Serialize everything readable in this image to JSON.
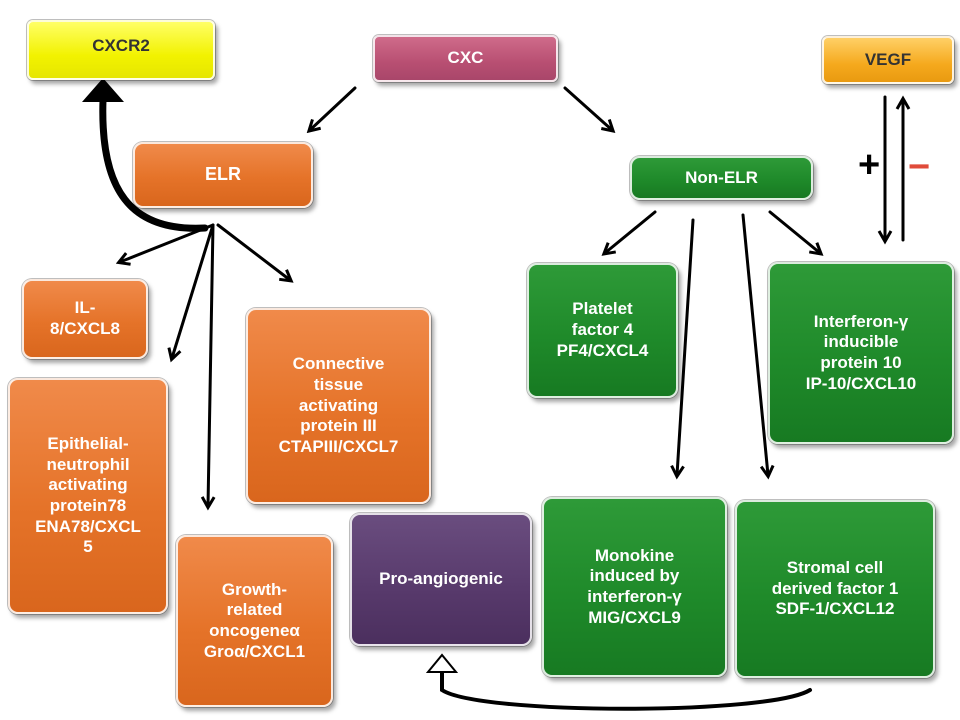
{
  "nodes": {
    "cxcr2": "CXCR2",
    "cxc": "CXC",
    "vegf": "VEGF",
    "elr": "ELR",
    "non_elr": "Non-ELR",
    "il8": "IL-\n8/CXCL8",
    "ena78": "Epithelial-\nneutrophil\nactivating\nprotein78\nENA78/CXCL\n5",
    "ctapiii": "Connective\ntissue\nactivating\nprotein III\nCTAPIII/CXCL7",
    "groa": "Growth-\nrelated\noncogeneα\nGroα/CXCL1",
    "pro_angiogenic": "Pro-angiogenic",
    "pf4": "Platelet\nfactor 4\nPF4/CXCL4",
    "ip10": "Interferon-γ\ninducible\nprotein 10\nIP-10/CXCL10",
    "mig": "Monokine\ninduced by\ninterferon-γ\nMIG/CXCL9",
    "sdf1": "Stromal cell\nderived factor 1\nSDF-1/CXCL12"
  },
  "signs": {
    "plus": "+",
    "minus": "−"
  },
  "colors": {
    "orange": "#e57329",
    "green": "#1f8a2a",
    "pink": "#b84f72",
    "yellow": "#f2f200",
    "gold": "#f5a91d",
    "purple": "#57396b",
    "minus_red": "#e04b3a"
  }
}
